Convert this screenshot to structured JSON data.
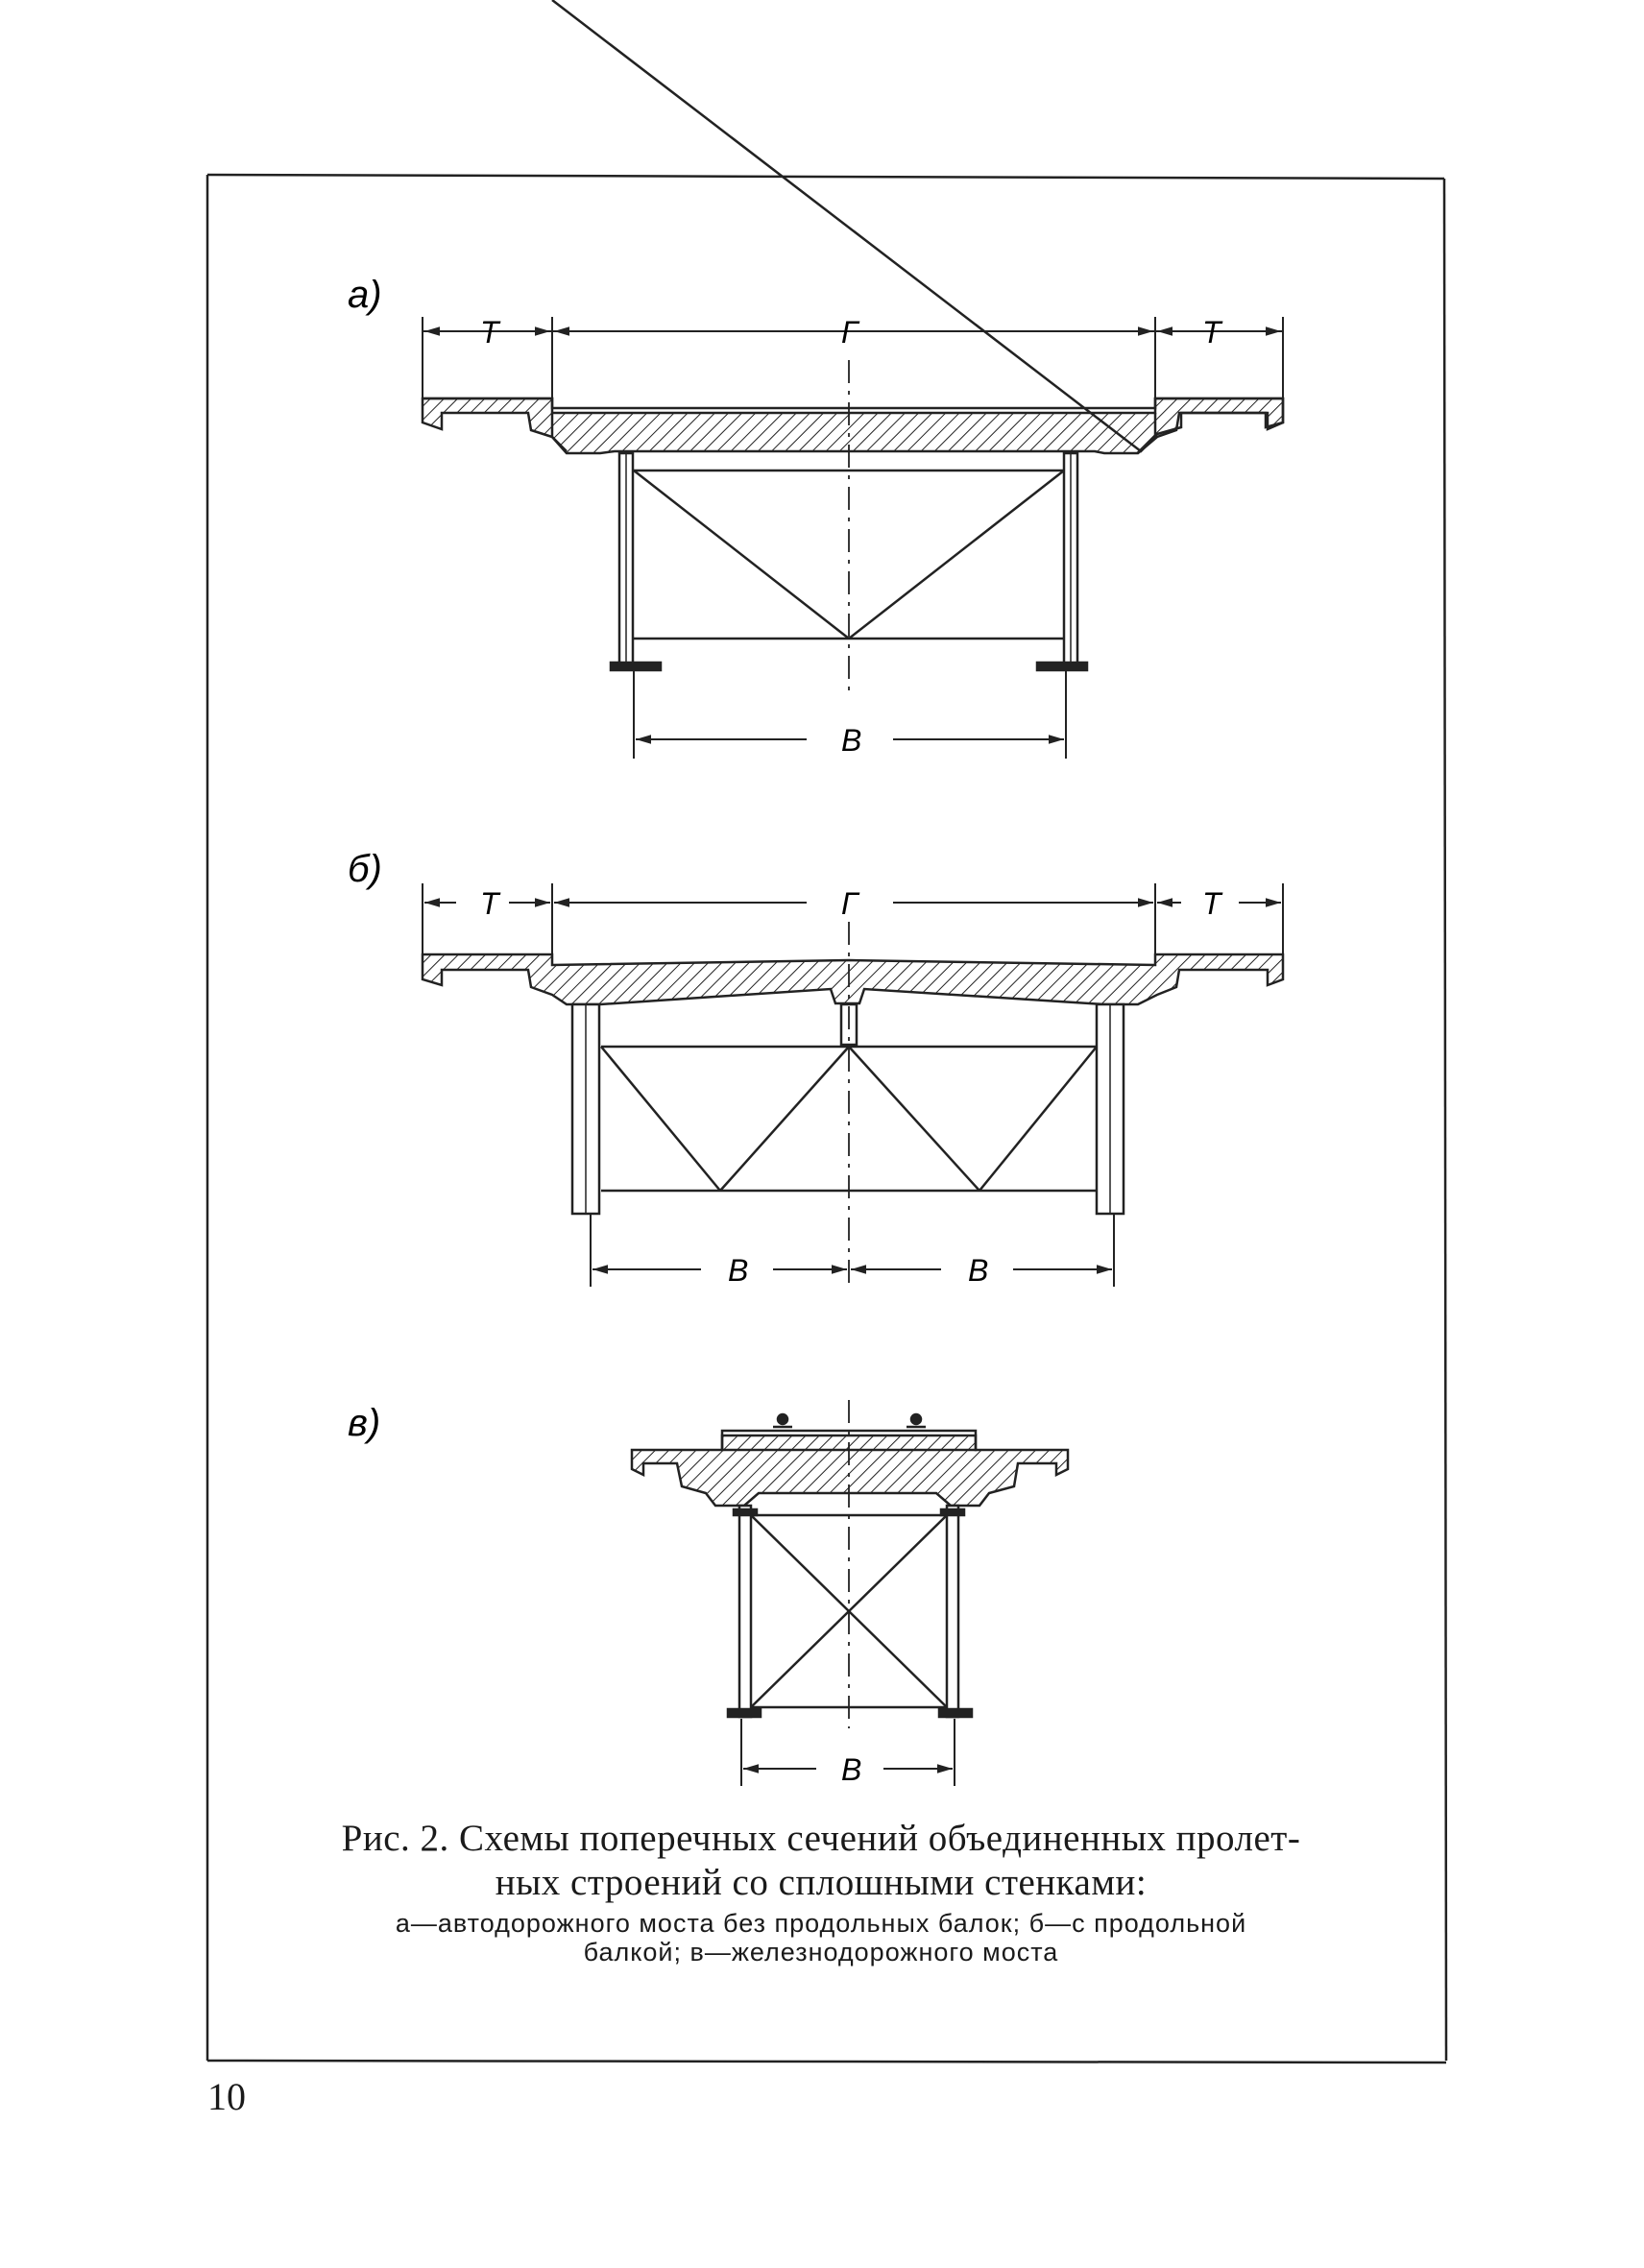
{
  "figure": {
    "panels": [
      {
        "id": "a",
        "label": "a)",
        "dims_top": {
          "left": "T",
          "middle": "Г",
          "right": "T"
        },
        "dims_bottom": [
          "В"
        ]
      },
      {
        "id": "b",
        "label": "б)",
        "dims_top": {
          "left": "T",
          "middle": "Г",
          "right": "T"
        },
        "dims_bottom": [
          "В",
          "В"
        ]
      },
      {
        "id": "v",
        "label": "в)",
        "dims_bottom": [
          "В"
        ]
      }
    ],
    "caption_line1": "Рис. 2. Схемы поперечных сечений объединенных пролет-",
    "caption_line2": "ных строений со сплошными стенками:",
    "legend_line1": "а—автодорожного моста без продольных балок; б—с продольной",
    "legend_line2": "балкой; в—железнодорожного моста"
  },
  "page_number": "10"
}
